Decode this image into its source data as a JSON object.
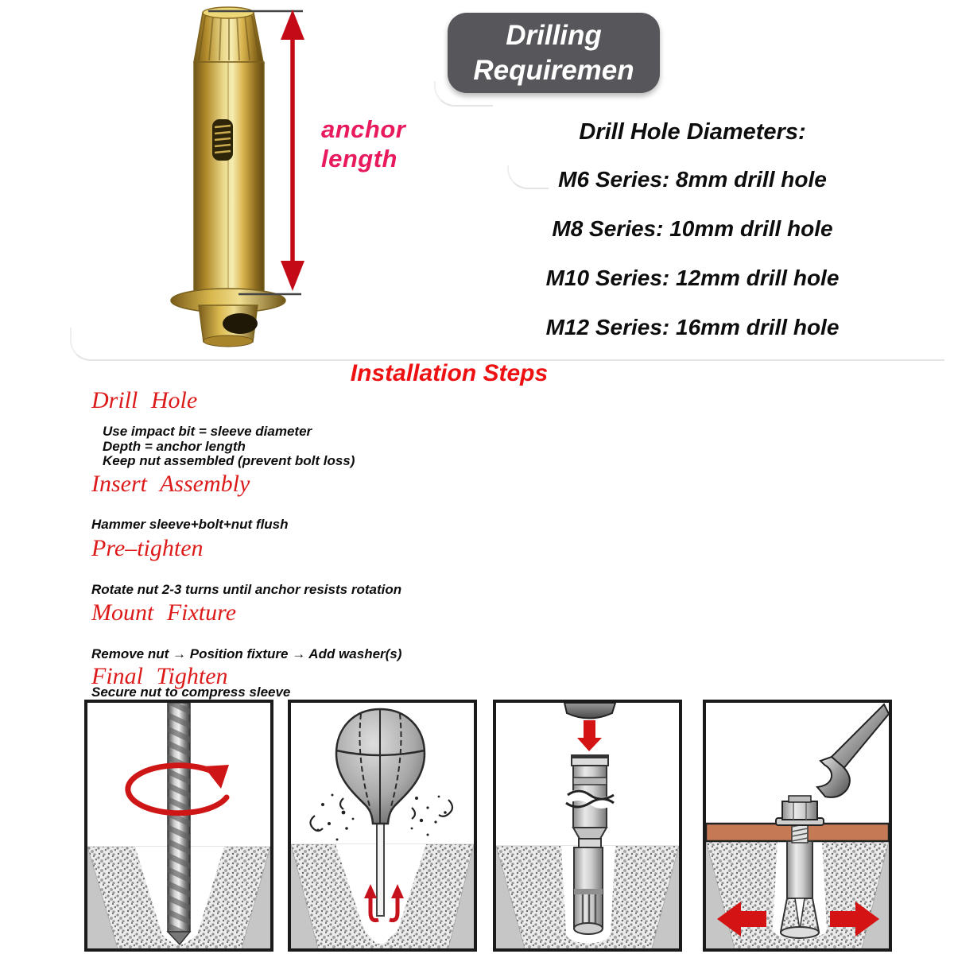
{
  "anchor_figure": {
    "label_line1": "anchor",
    "label_line2": "length",
    "label_color": "#e8195c"
  },
  "drilling_box": {
    "title_line1": "Drilling",
    "title_line2": "Requiremen",
    "bg_color": "#57565a",
    "text_color": "#ffffff"
  },
  "drill_diameters": {
    "heading": "Drill Hole Diameters:",
    "items": [
      "M6 Series: 8mm drill hole",
      "M8 Series: 10mm drill hole",
      "M10 Series: 12mm drill hole",
      "M12 Series: 16mm drill hole"
    ]
  },
  "installation": {
    "heading": "Installation Steps",
    "heading_color": "#ee1111",
    "step_title_color": "#dd1a1a",
    "steps": [
      {
        "title": "Drill Hole",
        "details": [
          "Use impact bit = sleeve diameter",
          "Depth = anchor length",
          "Keep nut assembled (prevent bolt loss)"
        ]
      },
      {
        "title": "Insert Assembly",
        "details": [
          "Hammer sleeve+bolt+nut flush"
        ]
      },
      {
        "title": "Pre–tighten",
        "details": [
          "Rotate nut 2-3 turns until anchor resists rotation"
        ]
      },
      {
        "title": "Mount Fixture",
        "details": [
          "Remove nut → Position fixture → Add washer(s)"
        ]
      },
      {
        "title": "Final Tighten",
        "details": [
          "Secure nut to compress sleeve"
        ]
      }
    ]
  },
  "panels": [
    {
      "name": "drill-the-hole"
    },
    {
      "name": "blow-out-dust"
    },
    {
      "name": "insert-anchor-hammer-flush"
    },
    {
      "name": "tighten-nut-with-wrench"
    }
  ],
  "colors": {
    "accent_red": "#c5121c",
    "text_black": "#0d0d0d",
    "concrete_gray": "#c6c6c6",
    "plate_brown": "#c57a55",
    "anchor_gold": "#d9b44e"
  }
}
